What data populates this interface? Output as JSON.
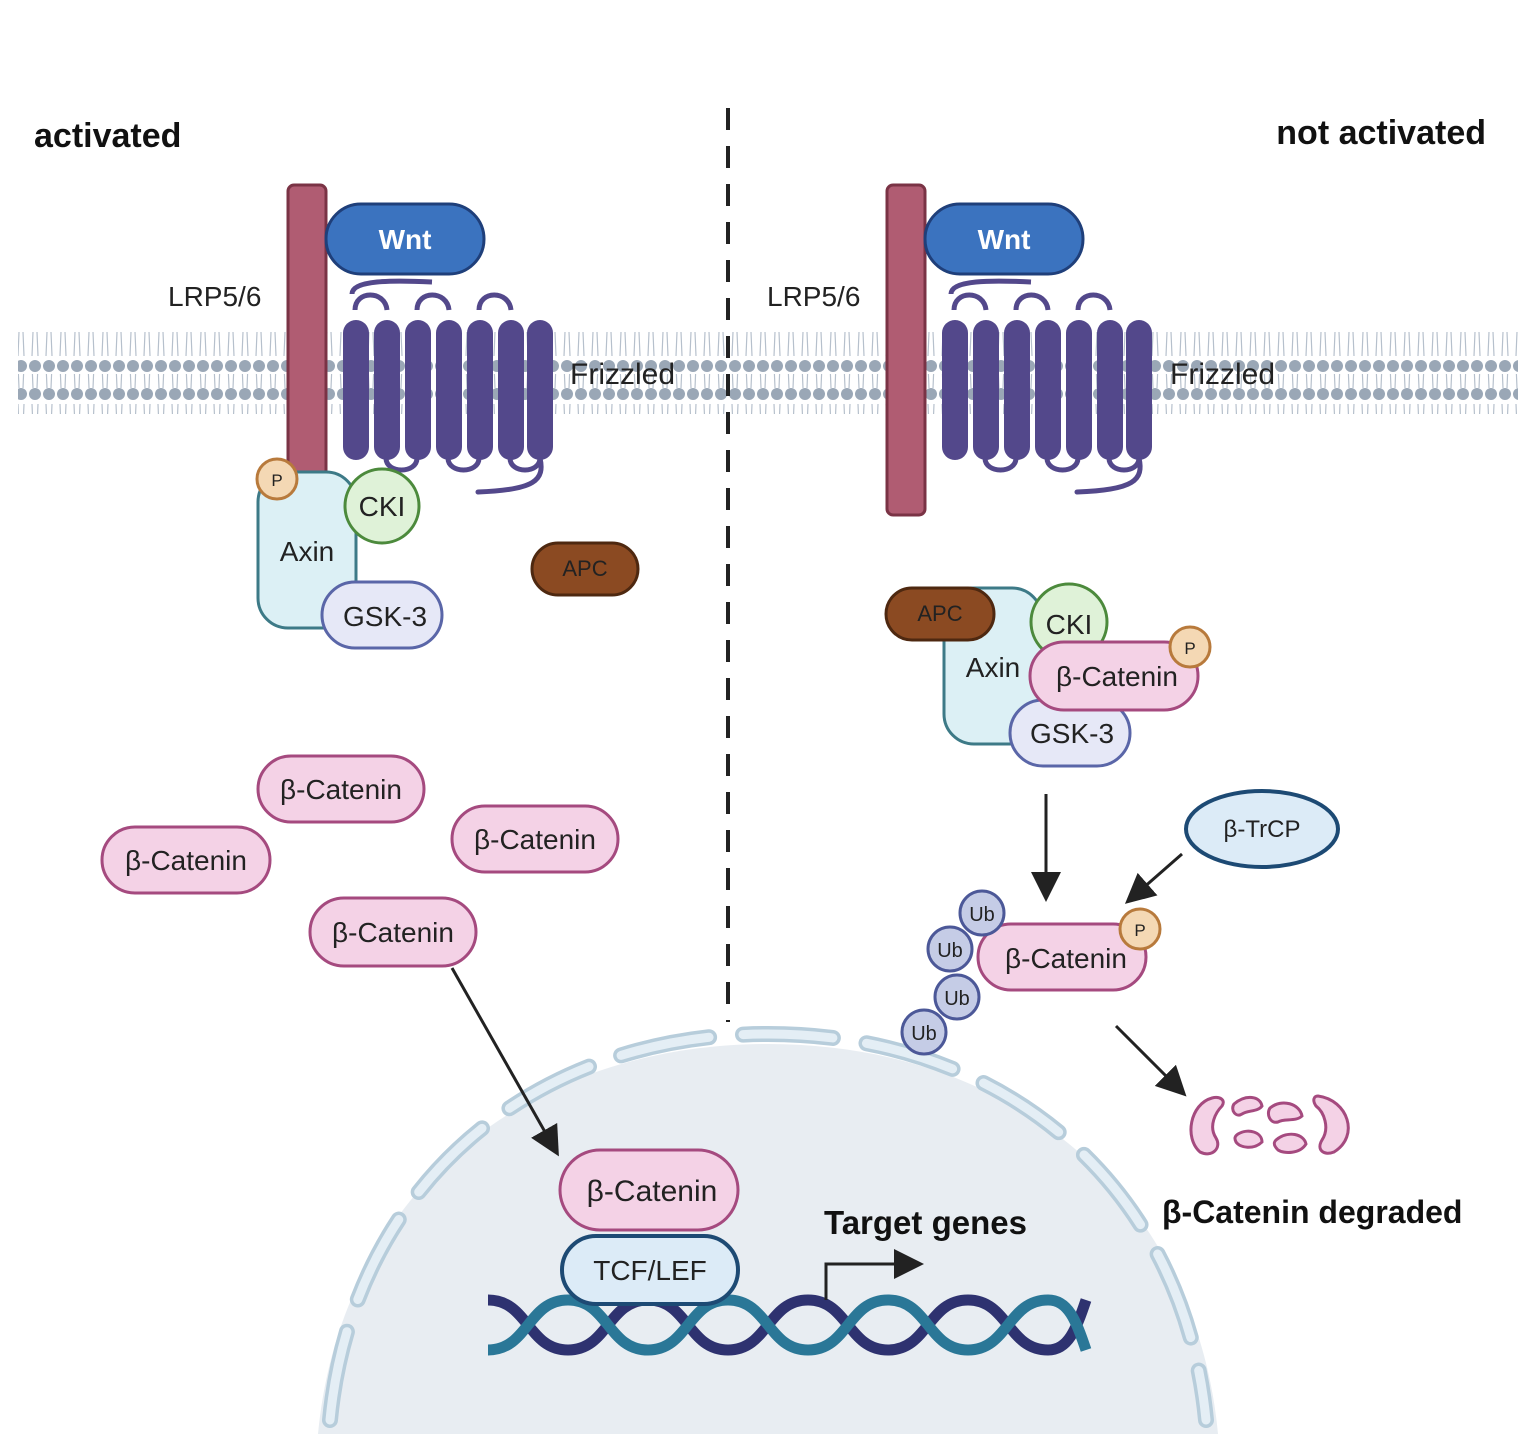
{
  "headings": {
    "left": "activated",
    "right": "not activated"
  },
  "left": {
    "wnt": "Wnt",
    "lrp": "LRP5/6",
    "frizzled": "Frizzled",
    "phospho": "P",
    "axin": "Axin",
    "cki": "CKI",
    "gsk3": "GSK-3",
    "apc": "APC",
    "catenins": [
      "β-Catenin",
      "β-Catenin",
      "β-Catenin",
      "β-Catenin"
    ],
    "nuclear_catenin": "β-Catenin",
    "tcf": "TCF/LEF",
    "target_genes": "Target genes"
  },
  "right": {
    "wnt": "Wnt",
    "lrp": "LRP5/6",
    "frizzled": "Frizzled",
    "apc": "APC",
    "cki": "CKI",
    "axin": "Axin",
    "complex_catenin": "β-Catenin",
    "complex_phospho": "P",
    "gsk3": "GSK-3",
    "trcp": "β-TrCP",
    "ub": [
      "Ub",
      "Ub",
      "Ub",
      "Ub"
    ],
    "ub_catenin": "β-Catenin",
    "ub_phospho": "P",
    "degraded": "β-Catenin degraded"
  },
  "colors": {
    "lrp": "#b05c72",
    "frizzled": "#53488b",
    "wnt": "#3b73bf",
    "catenin_fill": "#f4d2e6",
    "catenin_stroke": "#a54a7f",
    "axin_fill": "#dcf0f5",
    "cki_fill": "#dff2d8",
    "gsk_fill": "#e6e8f7",
    "apc": "#8b4a22",
    "membrane": "#9aa7b6",
    "nucleus": "#e8edf2",
    "dna_dark": "#2e3270",
    "dna_teal": "#2a7797"
  }
}
